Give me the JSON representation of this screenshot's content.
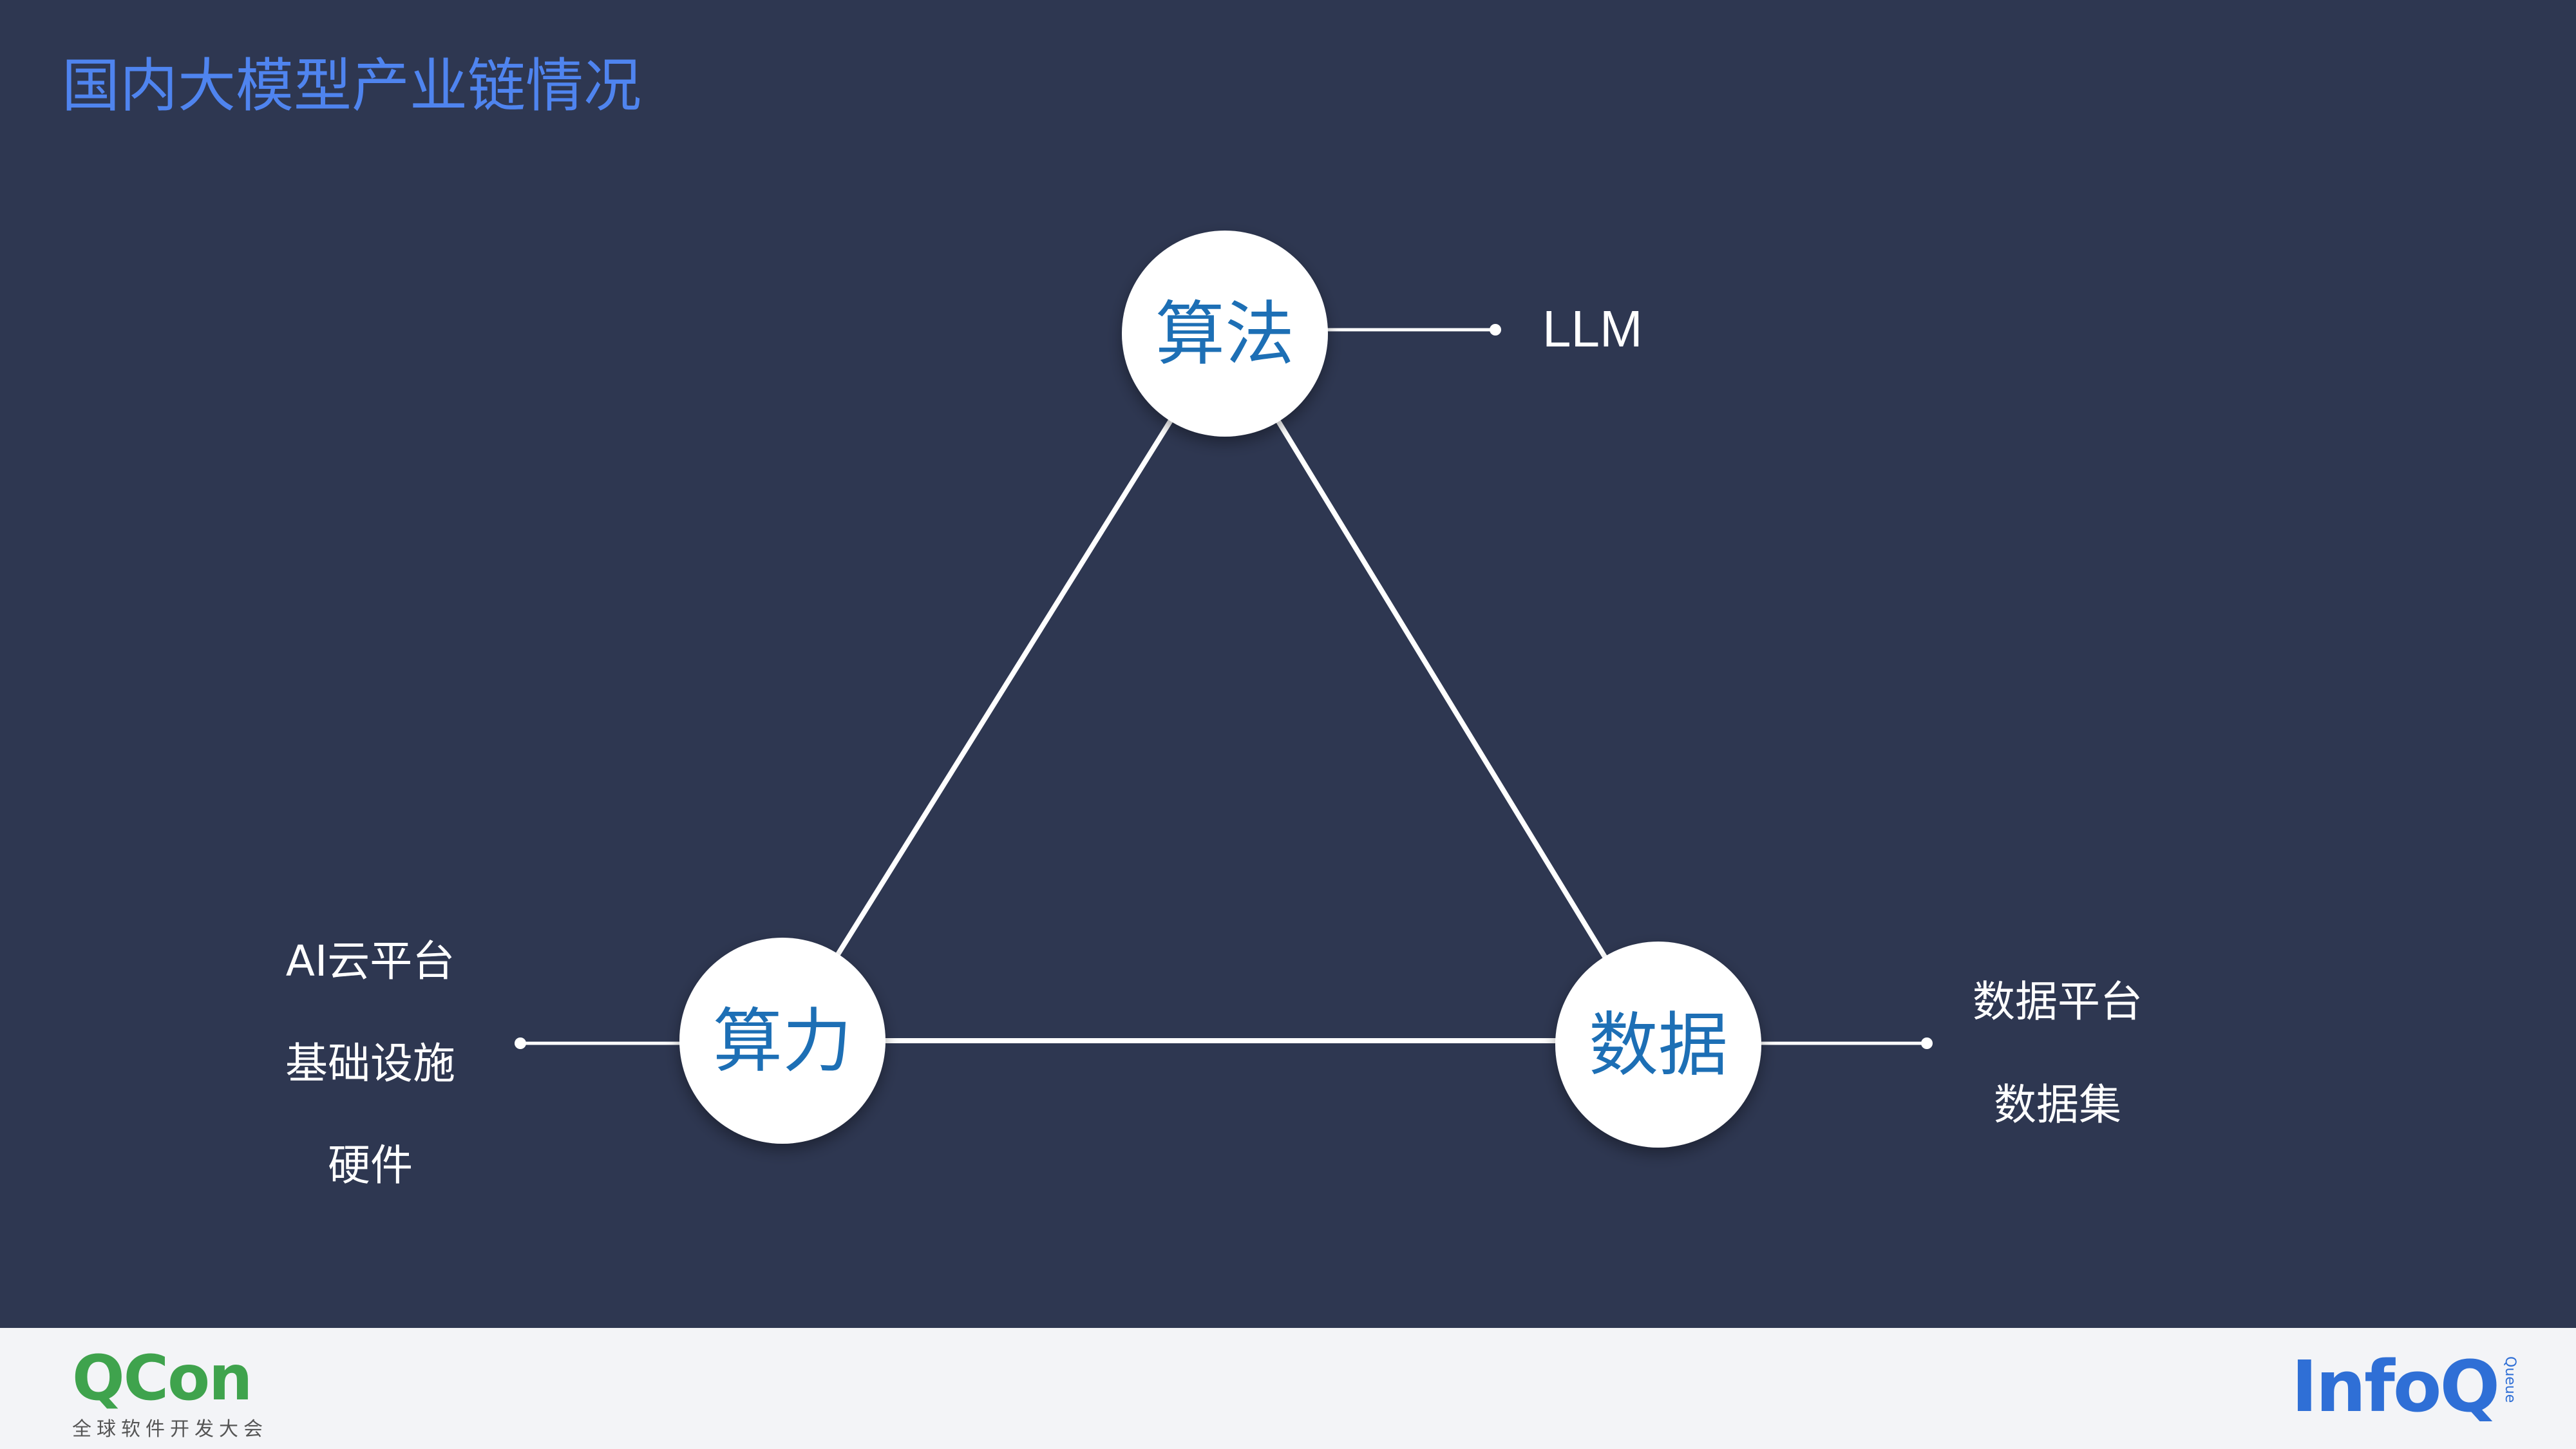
{
  "title": "国内大模型产业链情况",
  "diagram": {
    "nodes": {
      "algorithm": "算法",
      "compute": "算力",
      "data": "数据"
    },
    "algorithm_items": [
      "LLM"
    ],
    "compute_items": [
      "AI云平台",
      "基础设施",
      "硬件"
    ],
    "data_items": [
      "数据平台",
      "数据集"
    ]
  },
  "footer": {
    "qcon_logo": "QCon",
    "qcon_subtitle": "全球软件开发大会",
    "infoq_logo": "InfoQ",
    "infoq_tag": "Queue"
  },
  "colors": {
    "background": "#2e3751",
    "title": "#4f84ef",
    "node_text": "#1d6fb5",
    "qcon_green": "#3fa34d",
    "infoq_blue": "#2f6fd6"
  }
}
